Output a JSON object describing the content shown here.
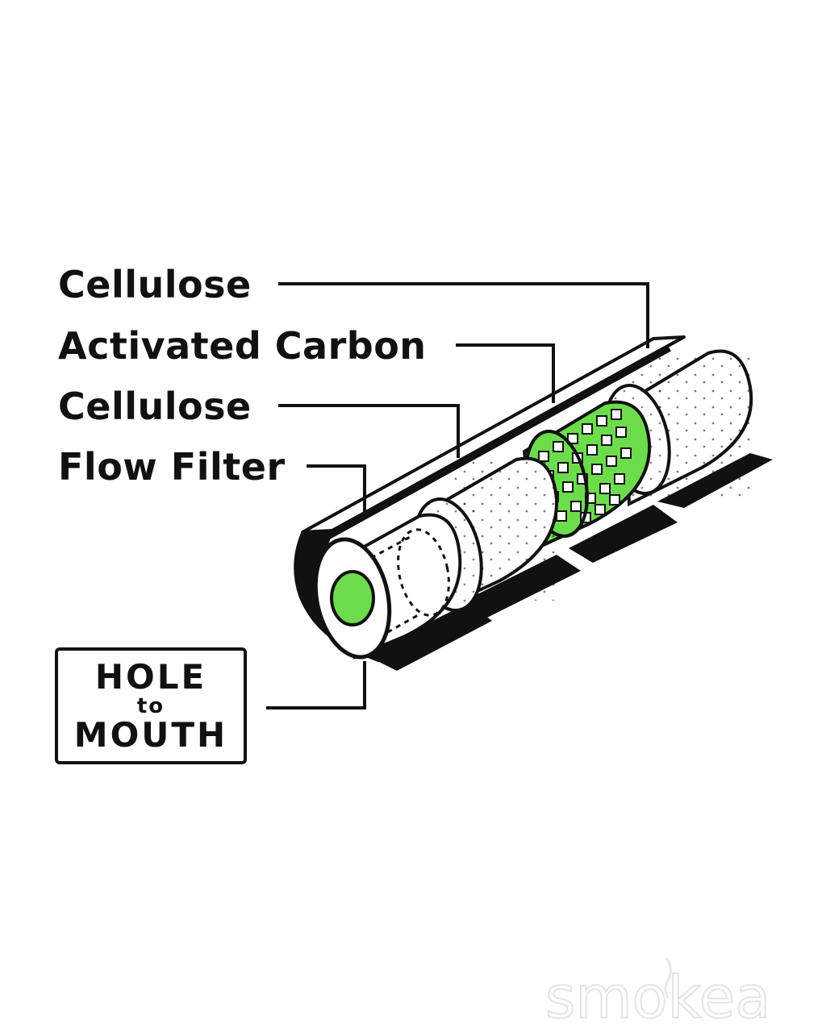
{
  "labels": {
    "cellulose_top": "Cellulose",
    "activated_carbon": "Activated Carbon",
    "cellulose_middle": "Cellulose",
    "flow_filter": "Flow Filter"
  },
  "hole_box": {
    "line1": "HOLE",
    "line2": "to",
    "line3": "MOUTH"
  },
  "watermark": {
    "brand": "smokea"
  },
  "colors": {
    "ink": "#111111",
    "accent_green": "#6cdc4c",
    "background": "#ffffff",
    "watermark": "#e8e8e8"
  },
  "icons": {
    "filter_illustration": "filter-tip-cutaway-icon",
    "watermark_logo": "smokea-flame-logo"
  }
}
